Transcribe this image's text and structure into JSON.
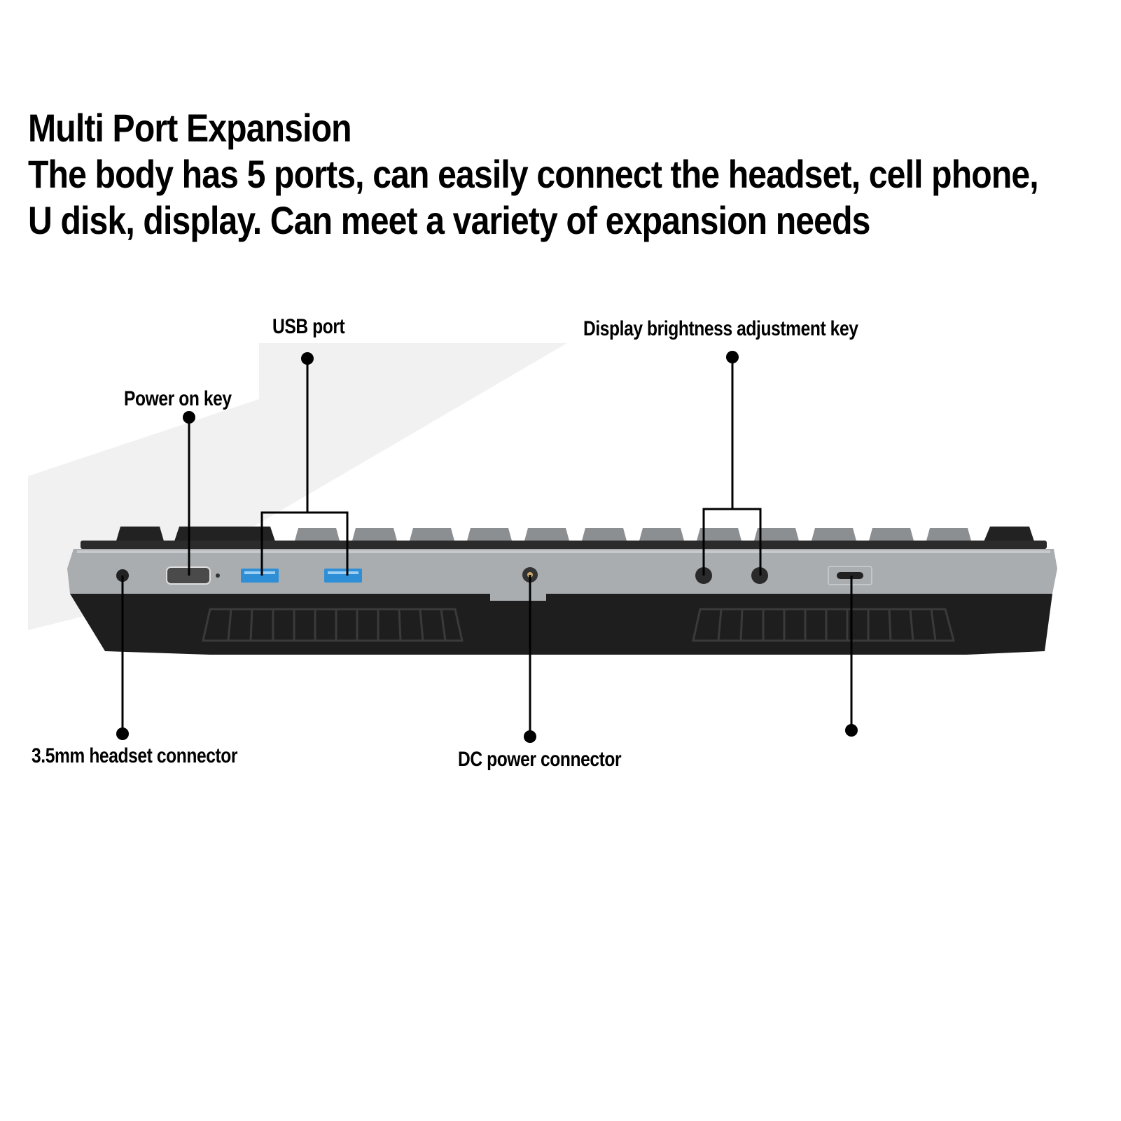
{
  "headline": {
    "title": "Multi Port Expansion",
    "line1": "The body has 5 ports, can easily connect the headset, cell phone,",
    "line2": "U disk, display. Can meet a variety of expansion needs"
  },
  "callouts": {
    "usb_port": "USB port",
    "brightness_key": "Display brightness adjustment key",
    "power_key": "Power on key",
    "headset_connector": "3.5mm headset connector",
    "dc_connector": "DC power connector"
  },
  "colors": {
    "body_silver": "#a9adb0",
    "body_dark": "#1e1e1e",
    "keycap_gray": "#8c8f92",
    "keycap_black": "#222222",
    "usb_blue": "#2f8fd6"
  }
}
